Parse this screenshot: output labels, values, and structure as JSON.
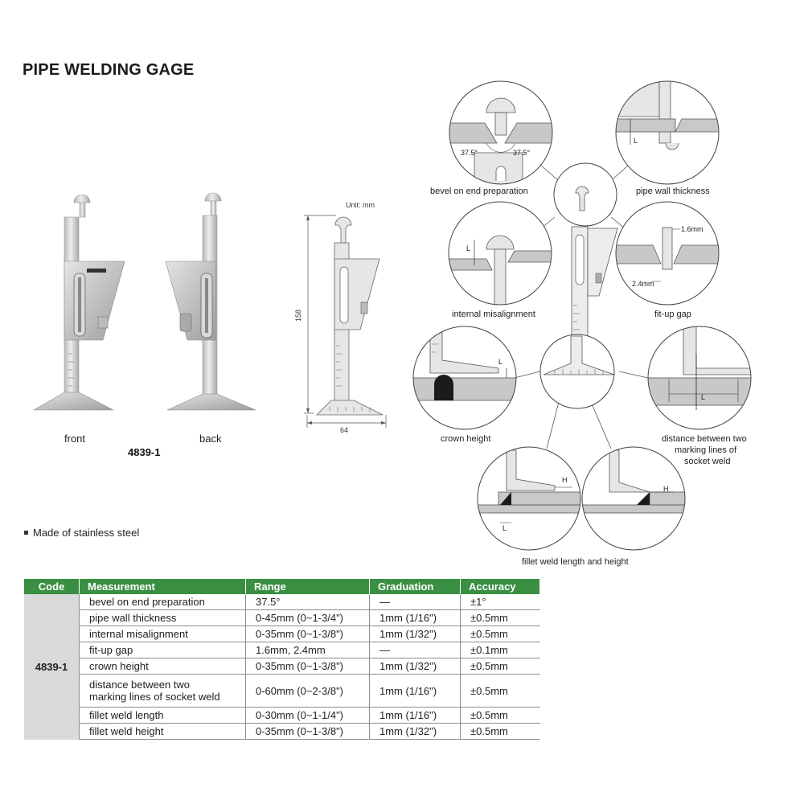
{
  "page": {
    "title": "PIPE WELDING GAGE",
    "note": "Made of stainless steel"
  },
  "photos": {
    "front_label": "front",
    "back_label": "back",
    "model": "4839-1"
  },
  "drawing": {
    "unit": "Unit: mm",
    "height_dim": "158",
    "width_dim": "64"
  },
  "diagrams": {
    "bevel": "bevel on end preparation",
    "bevel_angle_left": "37.5°",
    "bevel_angle_right": "37.5°",
    "wall": "pipe wall thickness",
    "wall_mark": "L",
    "misalign": "internal misalignment",
    "misalign_mark": "L",
    "fitup": "fit-up gap",
    "fitup_small": "1.6mm",
    "fitup_large": "2.4mm",
    "crown": "crown height",
    "crown_mark": "L",
    "socket_line1": "distance between two",
    "socket_line2": "marking lines of",
    "socket_line3": "socket weld",
    "socket_mark": "L",
    "fillet": "fillet weld length and height",
    "fillet_h1": "H",
    "fillet_h2": "H",
    "fillet_l": "L"
  },
  "table": {
    "headers": {
      "code": "Code",
      "measurement": "Measurement",
      "range": "Range",
      "graduation": "Graduation",
      "accuracy": "Accuracy"
    },
    "code": "4839-1",
    "rows": [
      {
        "measurement": "bevel on end preparation",
        "range": "37.5°",
        "graduation": "—",
        "accuracy": "±1°"
      },
      {
        "measurement": "pipe wall thickness",
        "range": "0-45mm (0~1-3/4\")",
        "graduation": "1mm (1/16\")",
        "accuracy": "±0.5mm"
      },
      {
        "measurement": "internal misalignment",
        "range": "0-35mm (0~1-3/8\")",
        "graduation": "1mm (1/32\")",
        "accuracy": "±0.5mm"
      },
      {
        "measurement": "fit-up gap",
        "range": "1.6mm, 2.4mm",
        "graduation": "—",
        "accuracy": "±0.1mm"
      },
      {
        "measurement": "crown height",
        "range": "0-35mm (0~1-3/8\")",
        "graduation": "1mm (1/32\")",
        "accuracy": "±0.5mm"
      },
      {
        "measurement": "distance between two",
        "measurement2": "marking lines of socket weld",
        "range": "0-60mm (0~2-3/8\")",
        "graduation": "1mm (1/16\")",
        "accuracy": "±0.5mm"
      },
      {
        "measurement": "fillet weld length",
        "range": "0-30mm (0~1-1/4\")",
        "graduation": "1mm (1/16\")",
        "accuracy": "±0.5mm"
      },
      {
        "measurement": "fillet weld height",
        "range": "0-35mm (0~1-3/8\")",
        "graduation": "1mm (1/32\")",
        "accuracy": "±0.5mm"
      }
    ]
  }
}
